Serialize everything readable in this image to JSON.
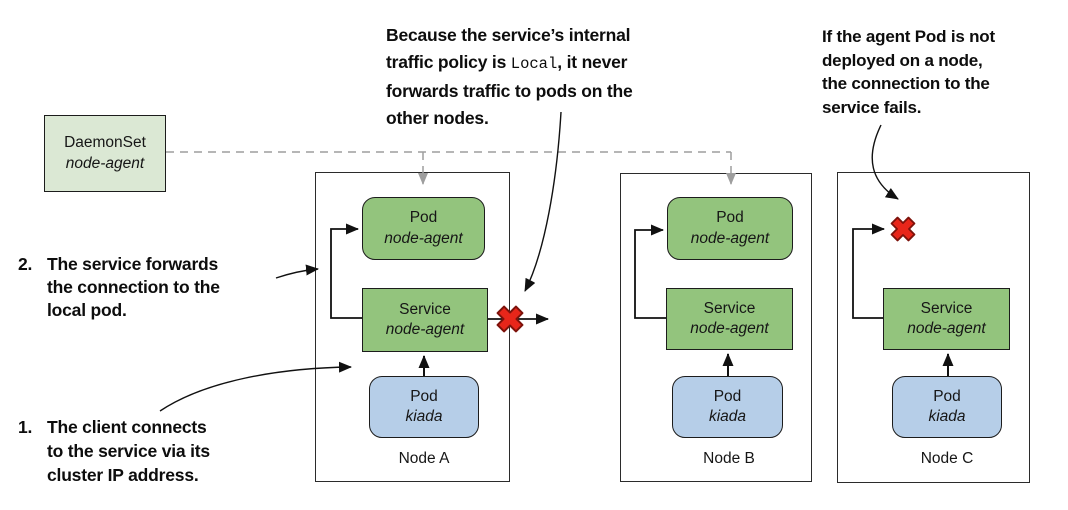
{
  "daemonset": {
    "type": "DaemonSet",
    "name": "node-agent"
  },
  "annotations": {
    "traffic_policy": {
      "line1": "Because the service’s internal",
      "line2_pre": "traffic policy is ",
      "line2_code": "Local",
      "line2_post": ", it never",
      "line3": "forwards traffic to pods on the",
      "line4": "other nodes."
    },
    "agent_missing": {
      "lines": [
        "If the agent Pod is not",
        "deployed on a node,",
        "the connection to the",
        "service fails."
      ]
    },
    "step2": {
      "num": "2.",
      "lines": [
        "The service forwards",
        "the connection to the",
        "local pod."
      ]
    },
    "step1": {
      "num": "1.",
      "lines": [
        "The client connects",
        "to the service via its",
        "cluster IP address."
      ]
    }
  },
  "nodes": [
    {
      "label": "Node A",
      "agent_pod": {
        "type": "Pod",
        "name": "node-agent"
      },
      "service": {
        "type": "Service",
        "name": "node-agent"
      },
      "client_pod": {
        "type": "Pod",
        "name": "kiada"
      }
    },
    {
      "label": "Node B",
      "agent_pod": {
        "type": "Pod",
        "name": "node-agent"
      },
      "service": {
        "type": "Service",
        "name": "node-agent"
      },
      "client_pod": {
        "type": "Pod",
        "name": "kiada"
      }
    },
    {
      "label": "Node C",
      "agent_pod": null,
      "service": {
        "type": "Service",
        "name": "node-agent"
      },
      "client_pod": {
        "type": "Pod",
        "name": "kiada"
      }
    }
  ],
  "colors": {
    "pod_green": "#93c47d",
    "daemonset_green": "#dbe8d4",
    "pod_blue": "#b6cee8",
    "failure_red": "#e8261a",
    "failure_red_outline": "#7d120b",
    "dashed_gray": "#9e9e9e"
  }
}
